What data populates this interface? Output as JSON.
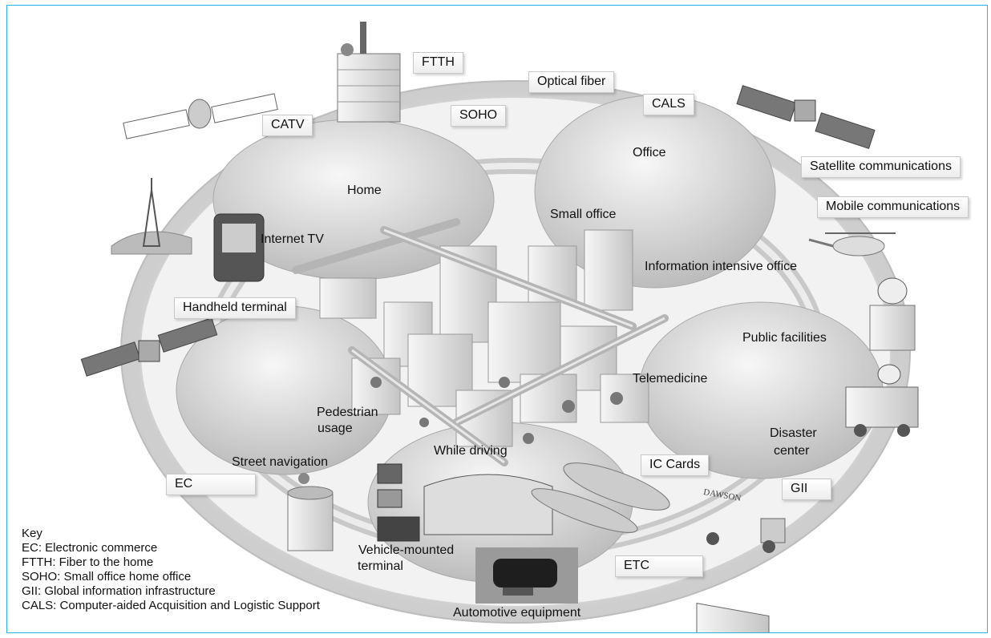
{
  "labels": {
    "ftth": "FTTH",
    "optical_fiber": "Optical fiber",
    "cals": "CALS",
    "soho": "SOHO",
    "catv": "CATV",
    "office": "Office",
    "satellite_comm": "Satellite communications",
    "mobile_comm": "Mobile communications",
    "home": "Home",
    "small_office": "Small office",
    "internet_tv": "Internet TV",
    "info_office": "Information intensive office",
    "handheld": "Handheld terminal",
    "public_facilities": "Public facilities",
    "telemedicine": "Telemedicine",
    "pedestrian_1": "Pedestrian",
    "pedestrian_2": "usage",
    "disaster_1": "Disaster",
    "disaster_2": "center",
    "while_driving": "While driving",
    "street_nav": "Street navigation",
    "ic_cards": "IC Cards",
    "ec": "EC",
    "gii": "GII",
    "vehicle_1": "Vehicle-mounted",
    "vehicle_2": "terminal",
    "etc": "ETC",
    "automotive": "Automotive equipment",
    "truck_brand": "DAWSON"
  },
  "key": {
    "title": "Key",
    "items": [
      "EC: Electronic commerce",
      "FTTH: Fiber to the home",
      "SOHO: Small office home office",
      "GII: Global information infrastructure",
      "CALS: Computer-aided Acquisition and Logistic Support"
    ]
  },
  "colors": {
    "frame_border": "#2ab0e4",
    "ring": "#cfcfcf",
    "text": "#111111"
  }
}
